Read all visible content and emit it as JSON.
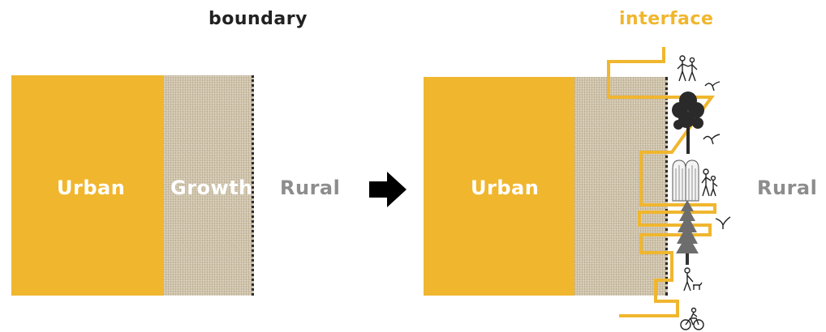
{
  "colors": {
    "urban": "#f0b62e",
    "growth_texture": "#cfc3a9",
    "interface_line": "#f0b62e",
    "interface_heading": "#f0b62e",
    "text_on_urban": "#ffffff",
    "rural_text": "#8d8d8d",
    "heading_text": "#222222"
  },
  "left_panel": {
    "heading": "boundary",
    "urban_label": "Urban",
    "growth_label": "Growth",
    "rural_label": "Rural"
  },
  "arrow": {
    "icon": "right-arrow-icon"
  },
  "right_panel": {
    "heading": "interface",
    "urban_label": "Urban",
    "rural_label": "Rural",
    "icons": [
      "family-walking-icon",
      "bird-icon",
      "tree-icon",
      "bird-icon",
      "grain-silo-icon",
      "family-walking-icon",
      "conifer-tree-icon",
      "bird-icon",
      "person-with-dog-icon",
      "cyclist-icon"
    ]
  }
}
